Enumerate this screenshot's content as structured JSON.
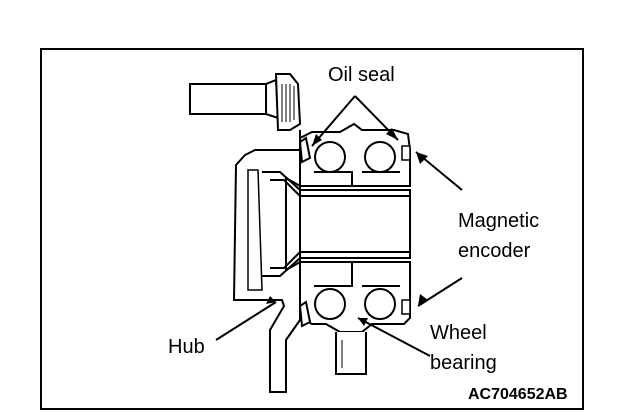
{
  "labels": {
    "oil_seal": "Oil seal",
    "magnetic_encoder_line1": "Magnetic",
    "magnetic_encoder_line2": "encoder",
    "hub": "Hub",
    "wheel_bearing_line1": "Wheel",
    "wheel_bearing_line2": "bearing"
  },
  "figure_code": "AC704652AB"
}
